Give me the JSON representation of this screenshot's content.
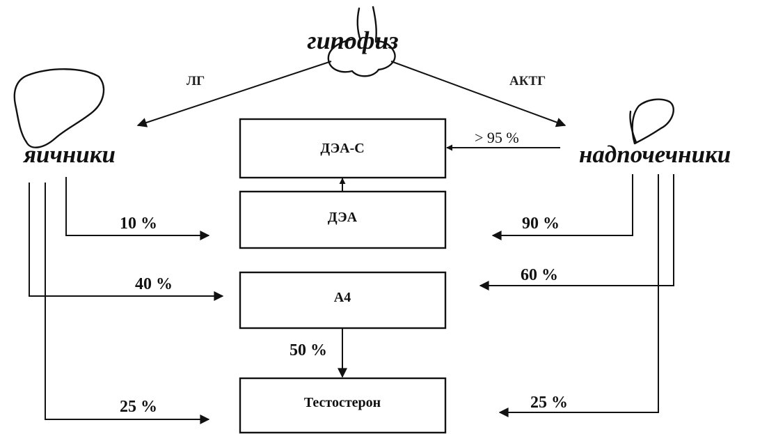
{
  "organs": {
    "pituitary": "гипофиз",
    "ovaries": "яичники",
    "adrenals": "надпочечники"
  },
  "hormones": {
    "lh": "ЛГ",
    "acth": "АКТГ"
  },
  "boxes": {
    "dhea_s": "ДЭА-С",
    "dhea": "ДЭА",
    "a4": "А4",
    "testosterone": "Тестостерон"
  },
  "percentages": {
    "adrenal_to_dhea_s": "> 95 %",
    "ovary_to_dhea": "10 %",
    "adrenal_to_dhea": "90 %",
    "ovary_to_a4": "40 %",
    "adrenal_to_a4": "60 %",
    "a4_to_testosterone": "50 %",
    "ovary_to_testosterone": "25 %",
    "adrenal_to_testosterone": "25 %"
  }
}
